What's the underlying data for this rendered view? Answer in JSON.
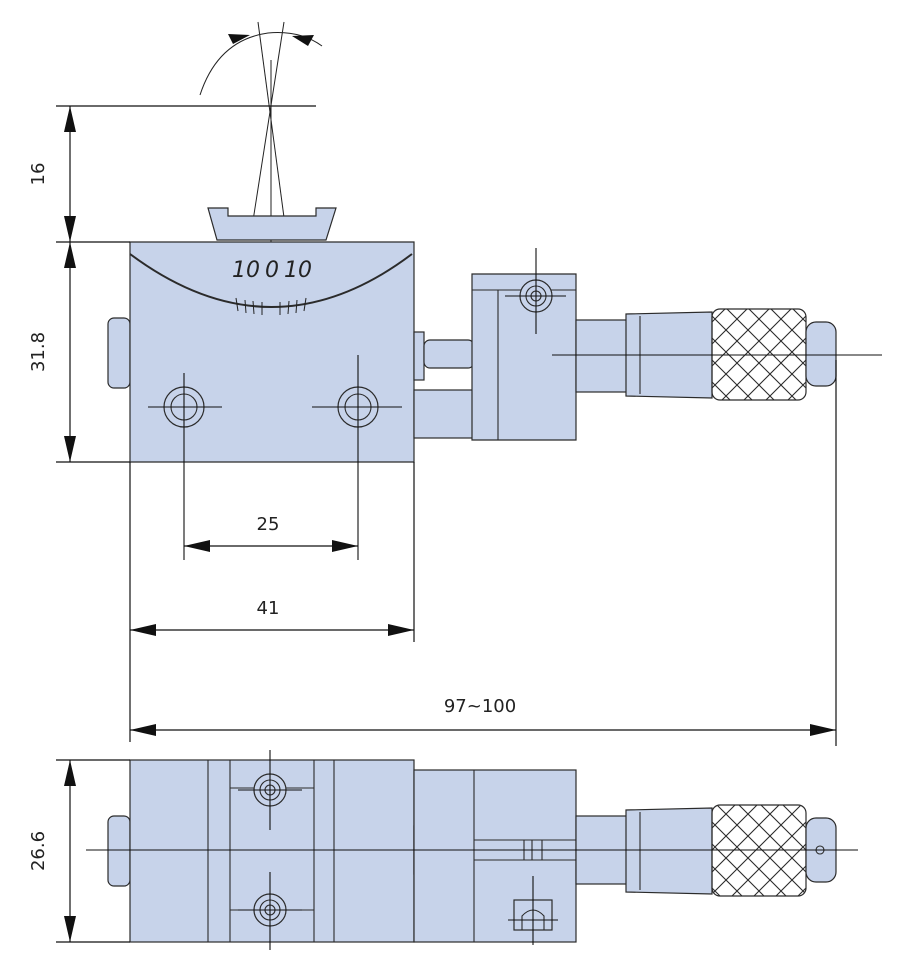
{
  "drawing": {
    "dimensions": {
      "tilt_height": "16",
      "body_height": "31.8",
      "hole_spacing": "25",
      "body_width": "41",
      "overall_length": "97~100",
      "body_depth": "26.6"
    },
    "scale_labels": {
      "left": "10",
      "center": "0",
      "right": "10"
    },
    "colors": {
      "part_fill": "#c7d3ea",
      "outline": "#2b2b2b",
      "background": "#ffffff"
    }
  }
}
